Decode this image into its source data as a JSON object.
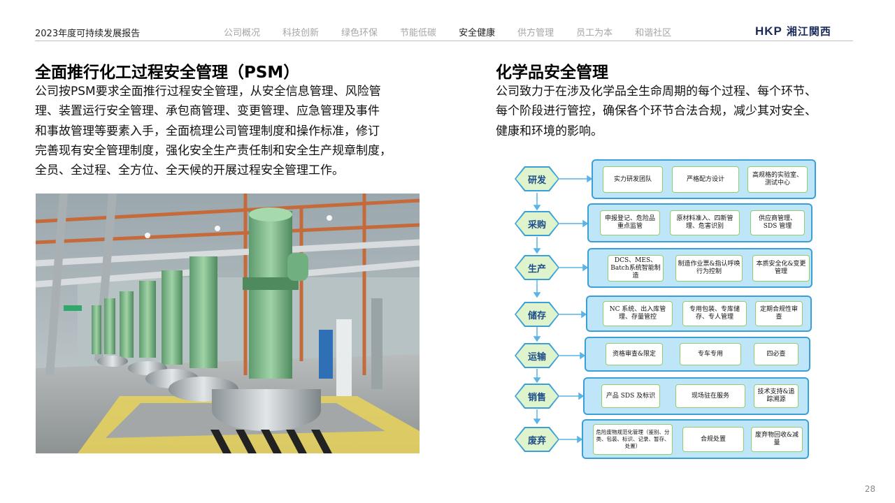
{
  "header": {
    "report_title": "2023年度可持续发展报告",
    "nav": [
      "公司概况",
      "科技创新",
      "绿色环保",
      "节能低碳",
      "安全健康",
      "供方管理",
      "员工为本",
      "和谐社区"
    ],
    "active_nav": "安全健康",
    "logo_mark": "HKP",
    "logo_text": "湘江関西"
  },
  "left": {
    "heading": "全面推行化工过程安全管理（PSM）",
    "lines": [
      "公司按PSM要求全面推行过程安全管理，从安全信息管理、风险管",
      "理、装置运行安全管理、承包商管理、变更管理、应急管理及事件",
      "和事故管理等要素入手，全面梳理公司管理制度和操作标准，修订",
      "完善现有安全管理制度，强化安全生产责任制和安全生产规章制度，",
      "全员、全过程、全方位、全天候的开展过程安全管理工作。"
    ]
  },
  "right": {
    "heading": "化学品安全管理",
    "lines": [
      "公司致力于在涉及化学品全生命周期的每个过程、每个环节、",
      "每个阶段进行管控，确保各个环节合法合规，减少其对安全、",
      "健康和环境的影响。"
    ]
  },
  "lifecycle": [
    {
      "stage": "研发",
      "items": [
        "实力研发团队",
        "严格配方设计",
        "高规格的实验室、测试中心"
      ]
    },
    {
      "stage": "采购",
      "items": [
        "申报登记、危险品重点监管",
        "原材料准入、四新管理、危害识别",
        "供应商管理、SDS 管理"
      ]
    },
    {
      "stage": "生产",
      "items": [
        "DCS、MES、Batch系统智能制造",
        "制造作业票&指认呼唤行为控制",
        "本质安全化&变更管理"
      ]
    },
    {
      "stage": "储存",
      "items": [
        "NC 系统、出入库管理、存量管控",
        "专用包装、专库储存、专人管理",
        "定期合规性审查"
      ]
    },
    {
      "stage": "运输",
      "items": [
        "资格审查&限定",
        "专车专用",
        "四必查"
      ]
    },
    {
      "stage": "销售",
      "items": [
        "产品 SDS 及标识",
        "现场驻在服务",
        "技术支持&追踪溯源"
      ]
    },
    {
      "stage": "废弃",
      "items": [
        "危险废物规范化管理（鉴别、分类、包装、标识、记录、暂存、处置）",
        "合规处置",
        "废弃物回收&减量"
      ]
    }
  ],
  "page_number": "28"
}
